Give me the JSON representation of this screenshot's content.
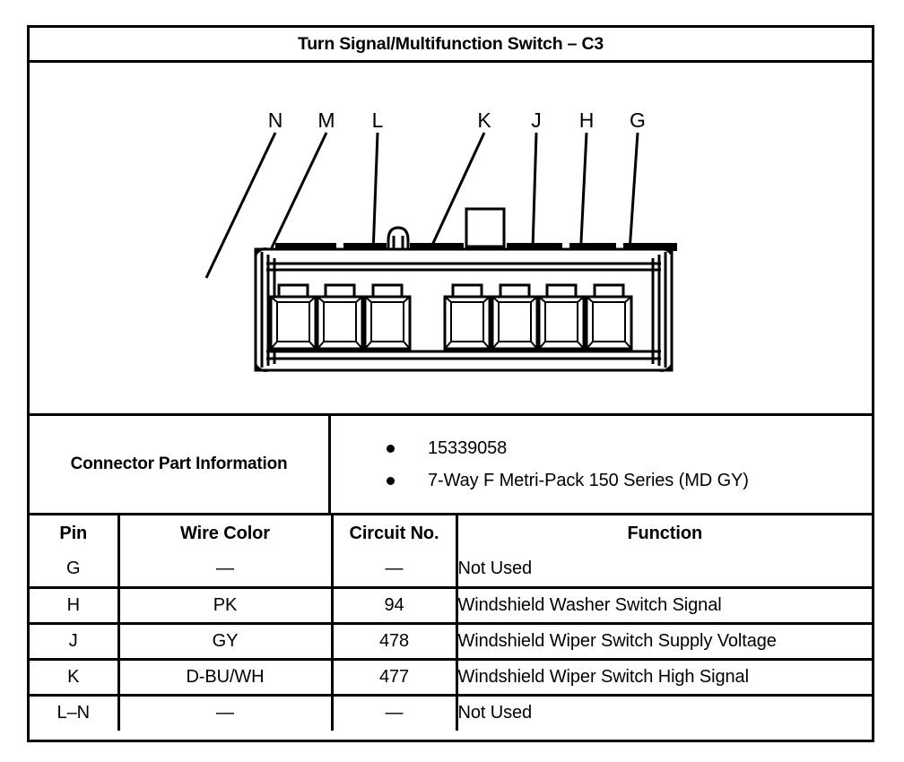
{
  "title": "Turn Signal/Multifunction Switch – C3",
  "diagram": {
    "name": "connector-face-view",
    "cavity_count": 7,
    "pin_labels": [
      "N",
      "M",
      "L",
      "K",
      "J",
      "H",
      "G"
    ],
    "line_color": "#000000",
    "fill_color": "#ffffff"
  },
  "connector_part_information": {
    "label": "Connector Part Information",
    "items": [
      "15339058",
      "7-Way F Metri-Pack 150 Series (MD GY)"
    ]
  },
  "pin_table": {
    "headers": [
      "Pin",
      "Wire Color",
      "Circuit No.",
      "Function"
    ],
    "rows": [
      {
        "pin": "G",
        "wire_color": "—",
        "circuit_no": "—",
        "function": "Not Used"
      },
      {
        "pin": "H",
        "wire_color": "PK",
        "circuit_no": "94",
        "function": "Windshield Washer Switch Signal"
      },
      {
        "pin": "J",
        "wire_color": "GY",
        "circuit_no": "478",
        "function": "Windshield Wiper Switch Supply Voltage"
      },
      {
        "pin": "K",
        "wire_color": "D-BU/WH",
        "circuit_no": "477",
        "function": "Windshield Wiper Switch High Signal"
      },
      {
        "pin": "L–N",
        "wire_color": "—",
        "circuit_no": "—",
        "function": "Not Used"
      }
    ]
  }
}
